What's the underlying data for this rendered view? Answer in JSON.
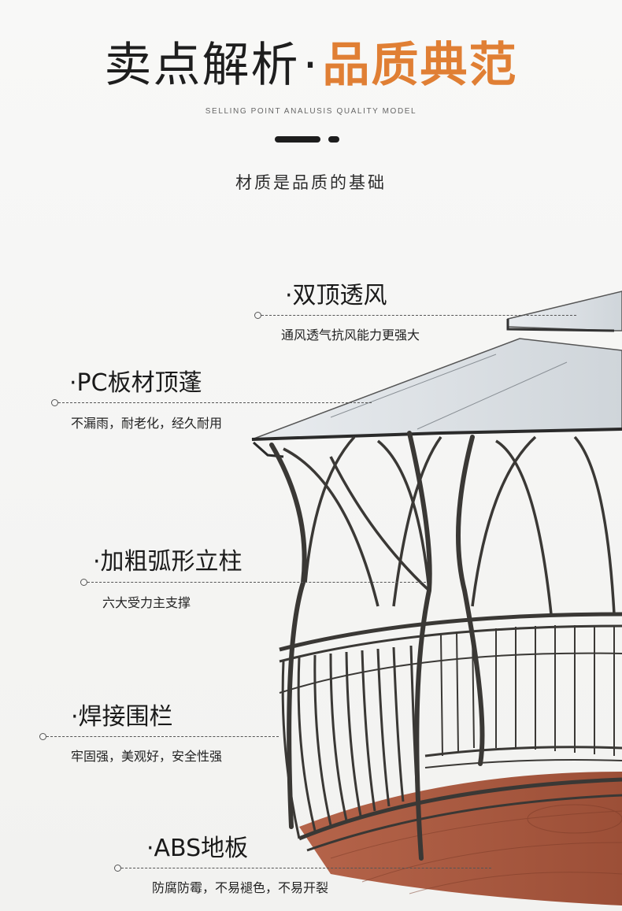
{
  "header": {
    "title_left": "卖点解析",
    "title_dot": "·",
    "title_right": "品质典范",
    "subtitle": "SELLING POINT ANALUSIS QUALITY MODEL",
    "tagline": "材质是品质的基础",
    "accent_color": "#e07f34"
  },
  "features": [
    {
      "title": "·双顶透风",
      "desc": "通风透气抗风能力更强大"
    },
    {
      "title": "·PC板材顶蓬",
      "desc": "不漏雨，耐老化，经久耐用"
    },
    {
      "title": "·加粗弧形立柱",
      "desc": "六大受力主支撑"
    },
    {
      "title": "·焊接围栏",
      "desc": "牢固强，美观好，安全性强"
    },
    {
      "title": "·ABS地板",
      "desc": "防腐防霉，不易褪色，不易开裂"
    }
  ],
  "image": {
    "subject": "gazebo-illustration"
  }
}
